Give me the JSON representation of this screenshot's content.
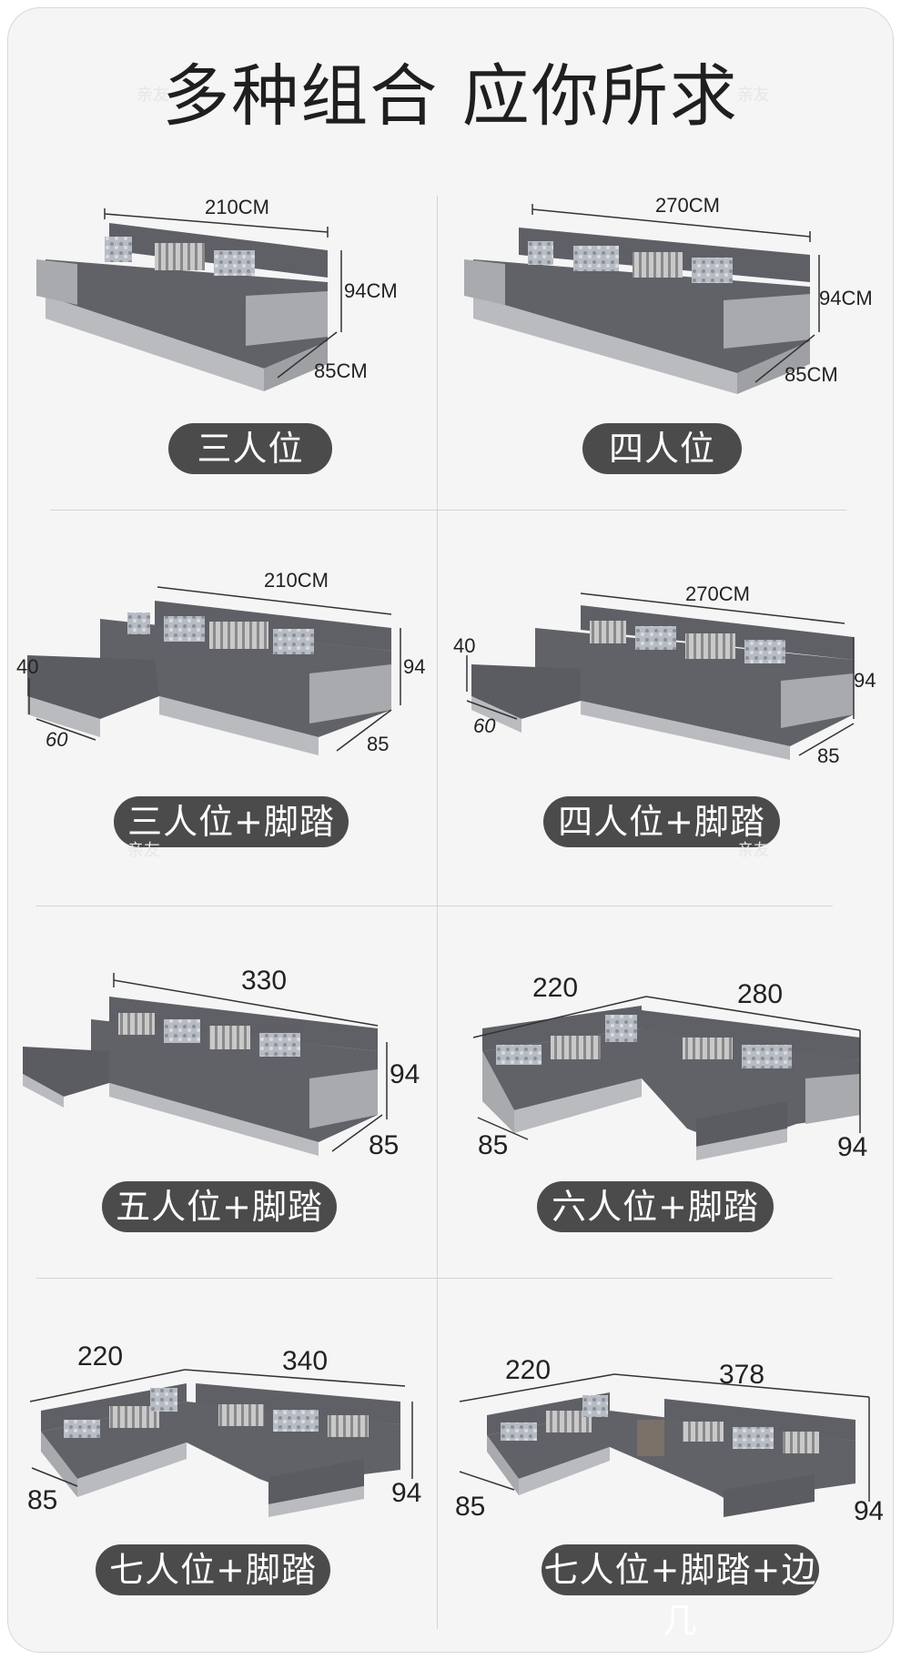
{
  "title": "多种组合 应你所求",
  "options": [
    {
      "label": "三人位",
      "dims": [
        "210CM",
        "94CM",
        "85CM"
      ]
    },
    {
      "label": "四人位",
      "dims": [
        "270CM",
        "94CM",
        "85CM"
      ]
    },
    {
      "label": "三人位+脚踏",
      "dims": [
        "210CM",
        "94",
        "85",
        "40",
        "60"
      ]
    },
    {
      "label": "四人位+脚踏",
      "dims": [
        "270CM",
        "94",
        "85",
        "40",
        "60"
      ]
    },
    {
      "label": "五人位+脚踏",
      "dims": [
        "330",
        "94",
        "85"
      ]
    },
    {
      "label": "六人位+脚踏",
      "dims": [
        "220",
        "280",
        "85",
        "94"
      ]
    },
    {
      "label": "七人位+脚踏",
      "dims": [
        "220",
        "340",
        "85",
        "94"
      ]
    },
    {
      "label": "七人位+脚踏+边几",
      "dims": [
        "220",
        "378",
        "85",
        "94"
      ]
    }
  ],
  "watermark": "亲友"
}
